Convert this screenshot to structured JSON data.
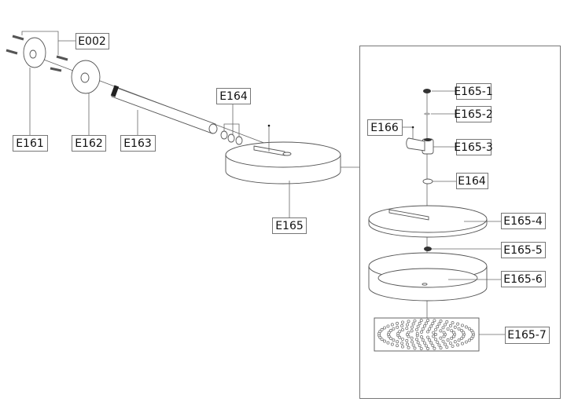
{
  "labels": {
    "e002": "E002",
    "e161": "E161",
    "e162": "E162",
    "e163": "E163",
    "e164_main": "E164",
    "e165": "E165",
    "e165_1": "E165-1",
    "e165_2": "E165-2",
    "e166": "E166",
    "e165_3": "E165-3",
    "e164_detail": "E164",
    "e165_4": "E165-4",
    "e165_5": "E165-5",
    "e165_6": "E165-6",
    "e165_7": "E165-7"
  }
}
